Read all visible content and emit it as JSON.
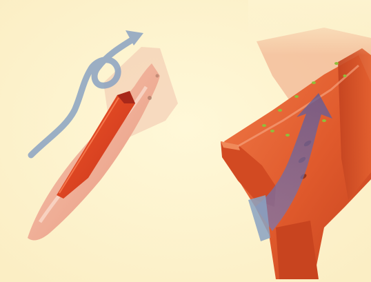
{
  "image": {
    "kind": "photo-illustration",
    "panels": [
      {
        "id": "left",
        "subject": "plough-point-with-tip-insert",
        "airflow_arrow": "curling-arrow",
        "colors": {
          "blade": "#f2b79f",
          "insert": "#e2431b",
          "arrow": "#8fa7c4"
        }
      },
      {
        "id": "right",
        "subject": "plough-share-bottom-view",
        "airflow_arrow": "straight-arrow",
        "colors": {
          "metal": "#e0572a",
          "arrow": "#6e6aa0"
        }
      }
    ],
    "background_color": "#fdf3cf"
  }
}
